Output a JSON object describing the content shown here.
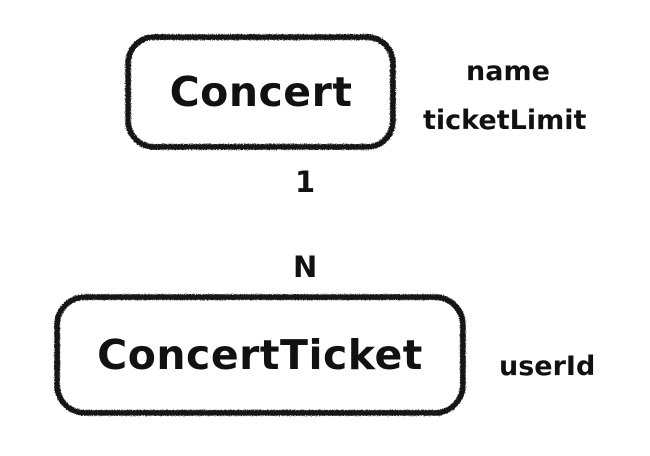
{
  "diagram": {
    "type": "entity-relationship",
    "style": "hand-drawn-sketch",
    "background_color": "#ffffff",
    "stroke_color": "#1a1a1a",
    "connector_color": "#808080",
    "text_color": "#111111",
    "entities": [
      {
        "id": "concert",
        "label": "Concert",
        "attributes": [
          "name",
          "ticketLimit"
        ]
      },
      {
        "id": "concert-ticket",
        "label": "ConcertTicket",
        "attributes": [
          "userId"
        ]
      }
    ],
    "relationship": {
      "from": "Concert",
      "to": "ConcertTicket",
      "source_cardinality": "1",
      "target_cardinality": "N"
    },
    "attribute_labels": {
      "name": "name",
      "ticket_limit": "ticketLimit",
      "user_id": "userId"
    }
  }
}
